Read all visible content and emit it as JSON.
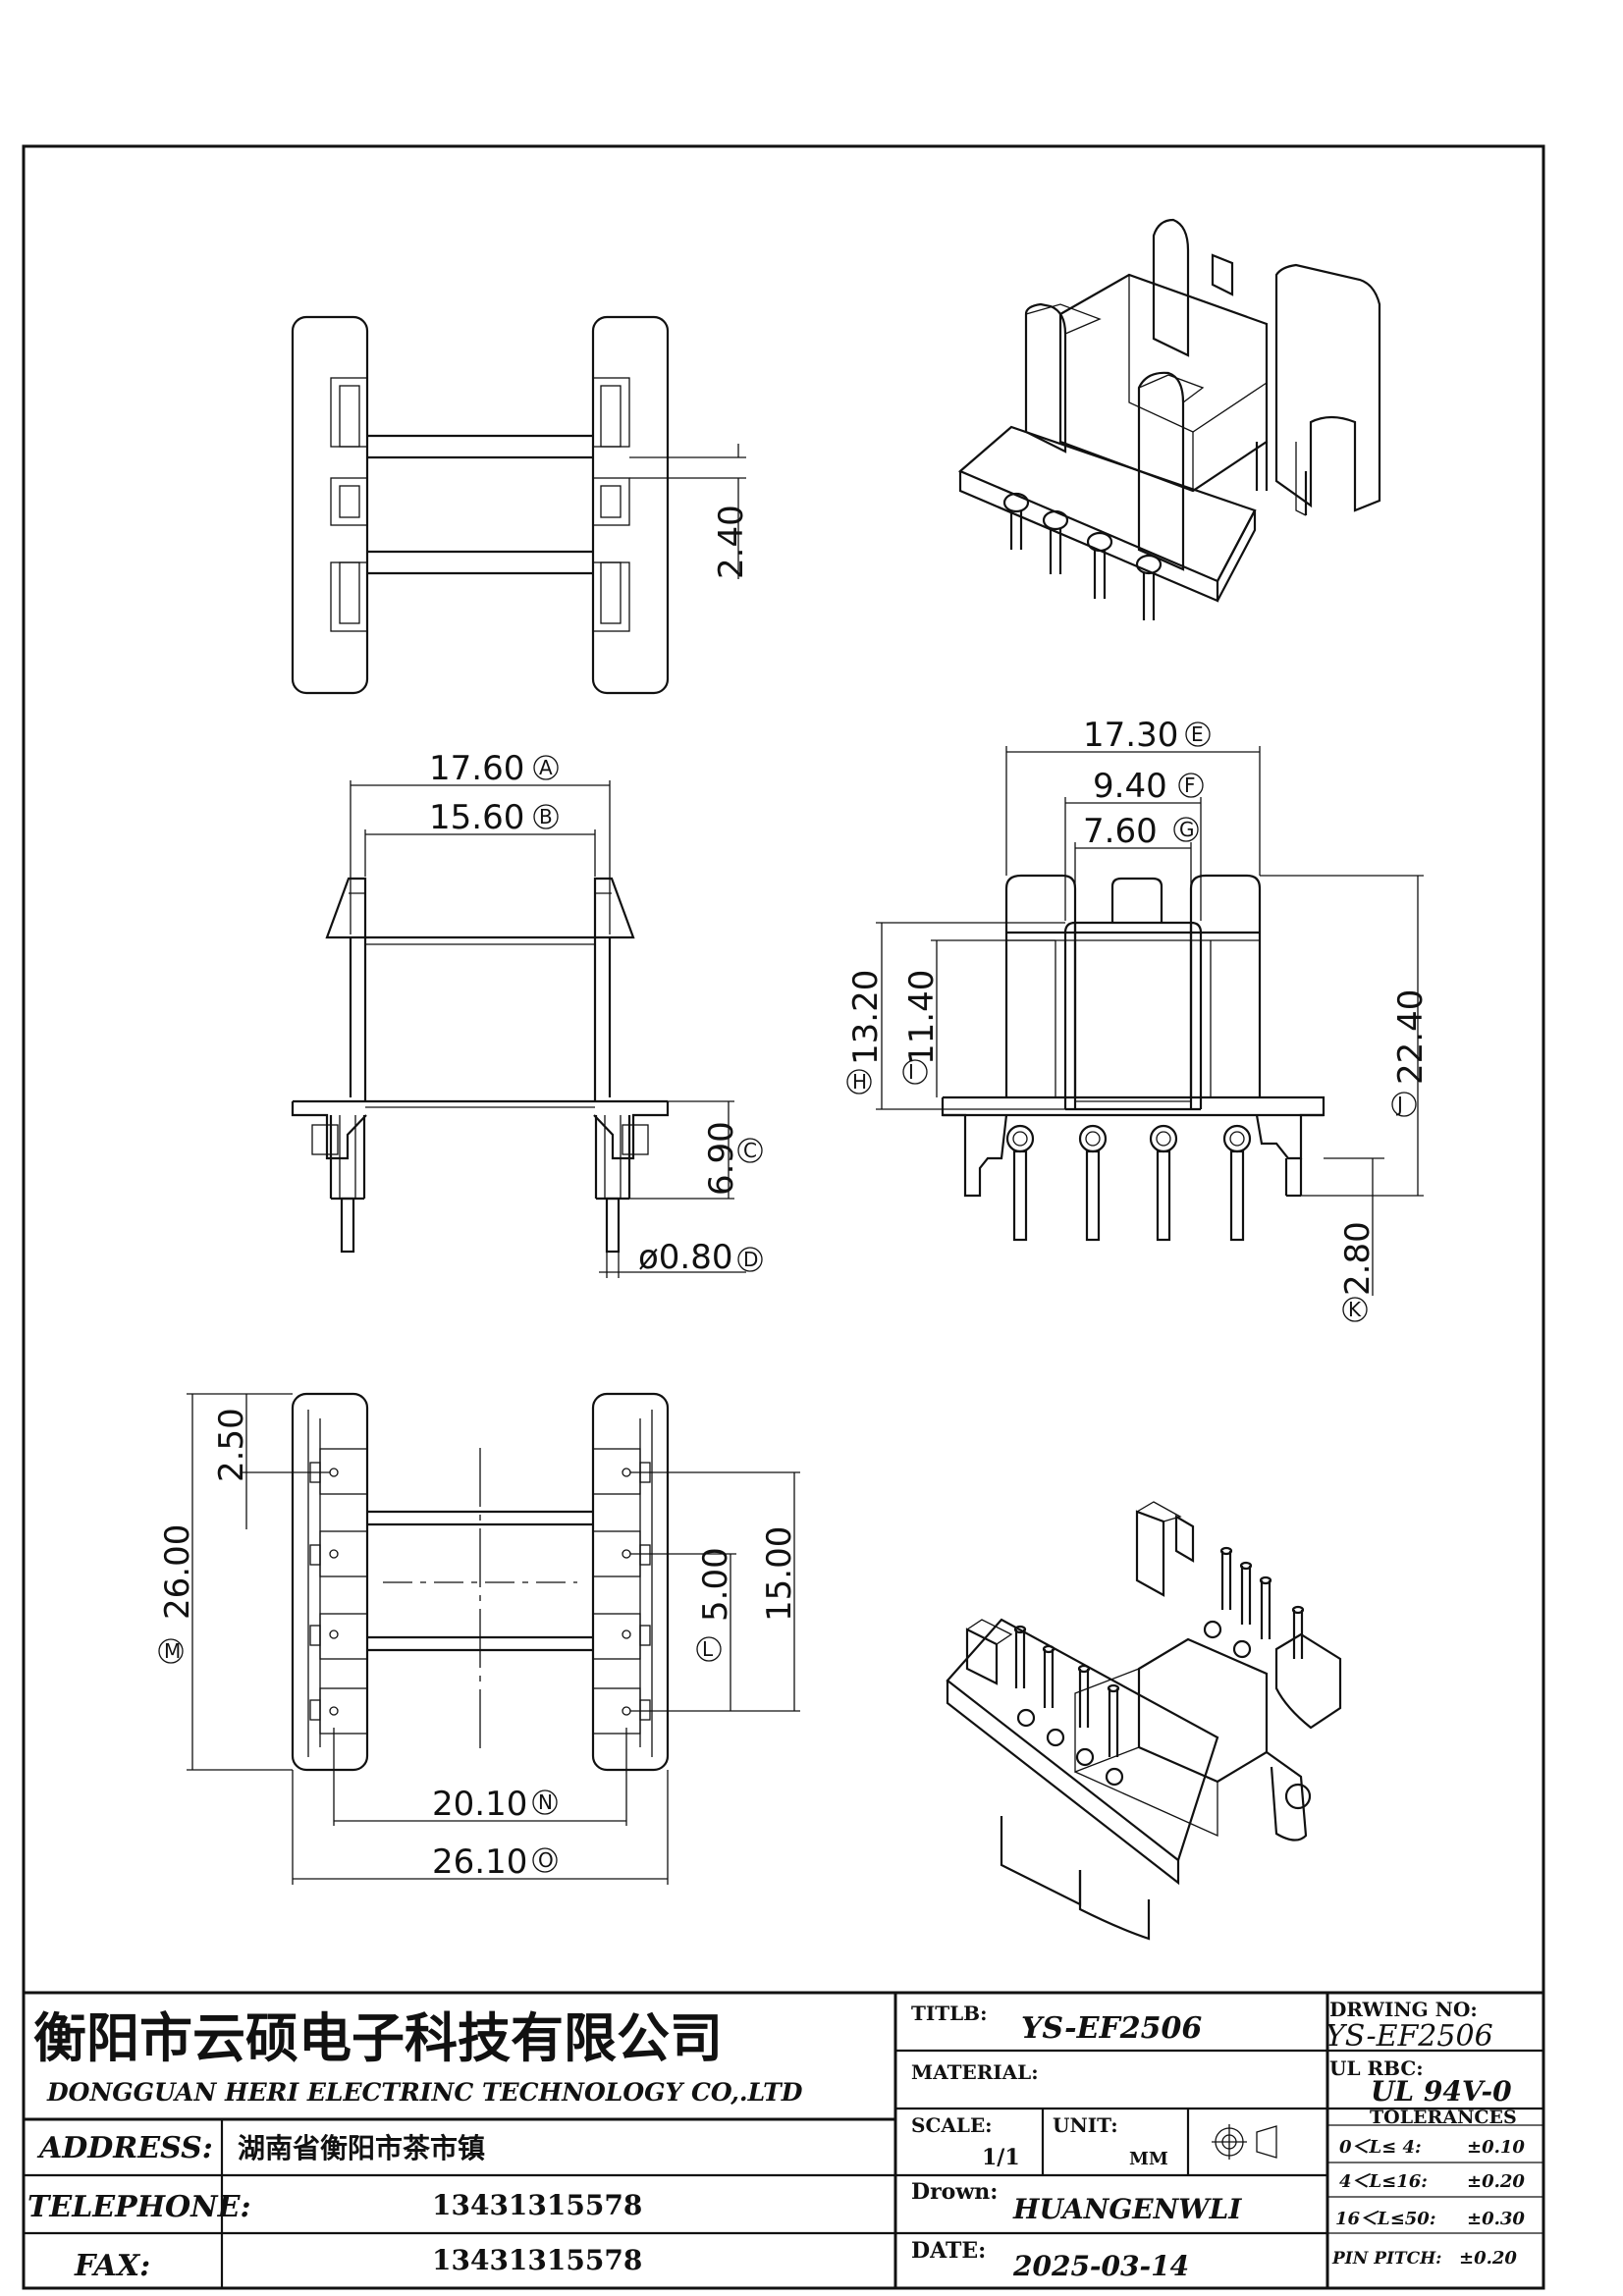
{
  "dimensions": {
    "top_gap": "2.40",
    "A": "17.60",
    "B": "15.60",
    "C": "6.90",
    "D": "ø0.80",
    "E": "17.30",
    "F": "9.40",
    "G": "7.60",
    "H": "13.20",
    "I": "11.40",
    "J": "22.40",
    "K": "2.80",
    "M": "26.00",
    "side_2_50": "2.50",
    "L": "5.00",
    "pin_span": "15.00",
    "N": "20.10",
    "O": "26.10"
  },
  "markers": {
    "A": "A",
    "B": "B",
    "C": "C",
    "D": "D",
    "E": "E",
    "F": "F",
    "G": "G",
    "H": "H",
    "I": "I",
    "J": "J",
    "K": "K",
    "L": "L",
    "M": "M",
    "N": "N",
    "O": "O"
  },
  "company": {
    "name_cn": "衡阳市云硕电子科技有限公司",
    "name_en": "DONGGUAN HERI ELECTRINC TECHNOLOGY CO,.LTD",
    "address_label": "ADDRESS:",
    "address_value": "湖南省衡阳市茶市镇",
    "telephone_label": "TELEPHONE:",
    "telephone_value": "13431315578",
    "fax_label": "FAX:",
    "fax_value": "13431315578"
  },
  "title_block": {
    "title_label": "TITLB:",
    "title_value": "YS-EF2506",
    "material_label": "MATERIAL:",
    "material_value": "",
    "scale_label": "SCALE:",
    "scale_value": "1/1",
    "unit_label": "UNIT:",
    "unit_value": "MM",
    "drawn_label": "Drown:",
    "drawn_value": "HUANGENWLI",
    "date_label": "DATE:",
    "date_value": "2025-03-14",
    "drawing_no_label": "DRWING NO:",
    "drawing_no_value": "YS-EF2506",
    "ul_label": "UL RBC:",
    "ul_value": "UL 94V-0",
    "tolerances_label": "TOLERANCES",
    "tolerances": [
      {
        "range": "0＜L≤ 4:",
        "value": "±0.10"
      },
      {
        "range": "4＜L≤16:",
        "value": "±0.20"
      },
      {
        "range": "16＜L≤50:",
        "value": "±0.30"
      },
      {
        "range": "PIN PITCH:",
        "value": "±0.20"
      }
    ]
  },
  "icons": [
    "projection-symbol-icon"
  ]
}
